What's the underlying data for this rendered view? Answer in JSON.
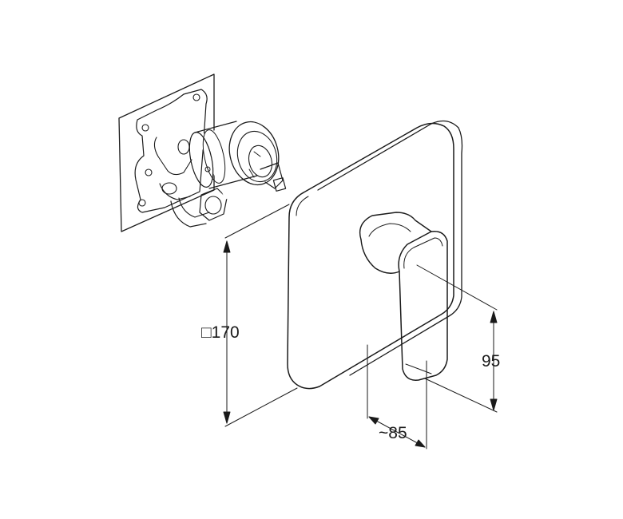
{
  "dimensions": {
    "cover_plate_size": "□170",
    "handle_height": "95",
    "projection_depth": "~85"
  },
  "components": {
    "valve_body": "valve-body-icon",
    "cover_plate": "cover-plate-icon",
    "lever_handle": "lever-handle-icon"
  },
  "colors": {
    "line": "#1a1a1a",
    "background": "#ffffff"
  }
}
